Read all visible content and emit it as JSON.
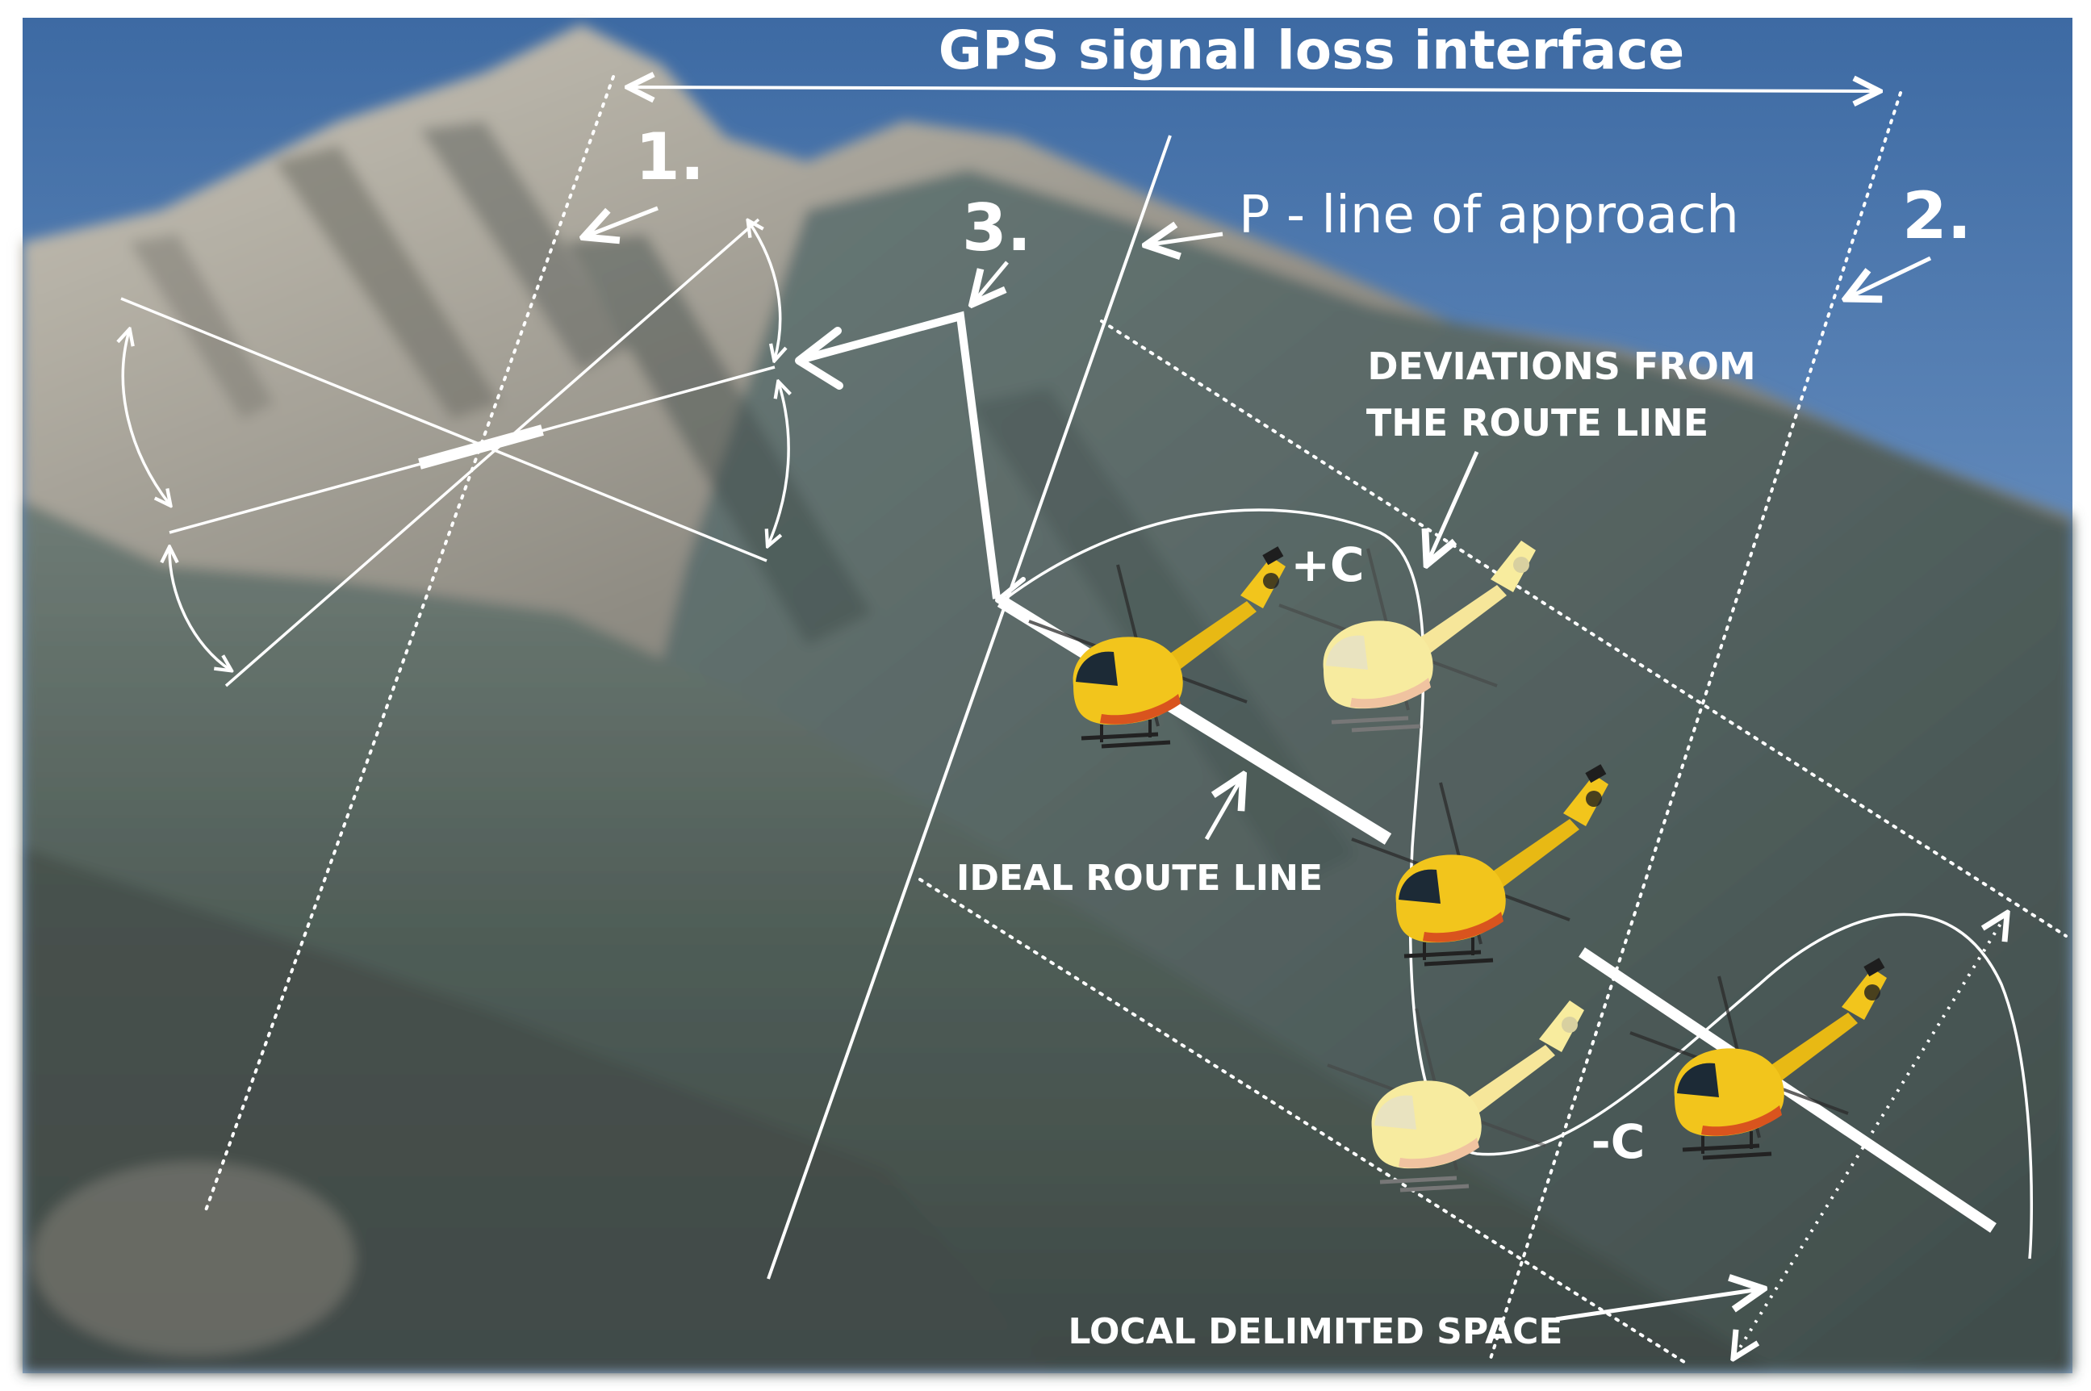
{
  "diagram": {
    "title": "GPS signal loss interface",
    "markers": {
      "m1": "1.",
      "m2": "2.",
      "m3": "3."
    },
    "line_of_approach_label": "P - line of approach",
    "deviations_label_line1": "DEVIATIONS FROM",
    "deviations_label_line2": "THE ROUTE LINE",
    "plus_c": "+C",
    "minus_c": "-C",
    "ideal_route_label": "IDEAL ROUTE LINE",
    "local_space_label": "LOCAL DELIMITED SPACE",
    "colors": {
      "sky_top": "#3f6fa8",
      "sky_bottom": "#8db0d6",
      "peak_light": "#a9a59b",
      "slope_dark": "#4a5a52",
      "annotation": "#ffffff",
      "helicopter_body": "#f2c51c",
      "helicopter_accent": "#d9541e"
    },
    "icons": [
      "mountain-background",
      "helicopter-icon"
    ]
  }
}
